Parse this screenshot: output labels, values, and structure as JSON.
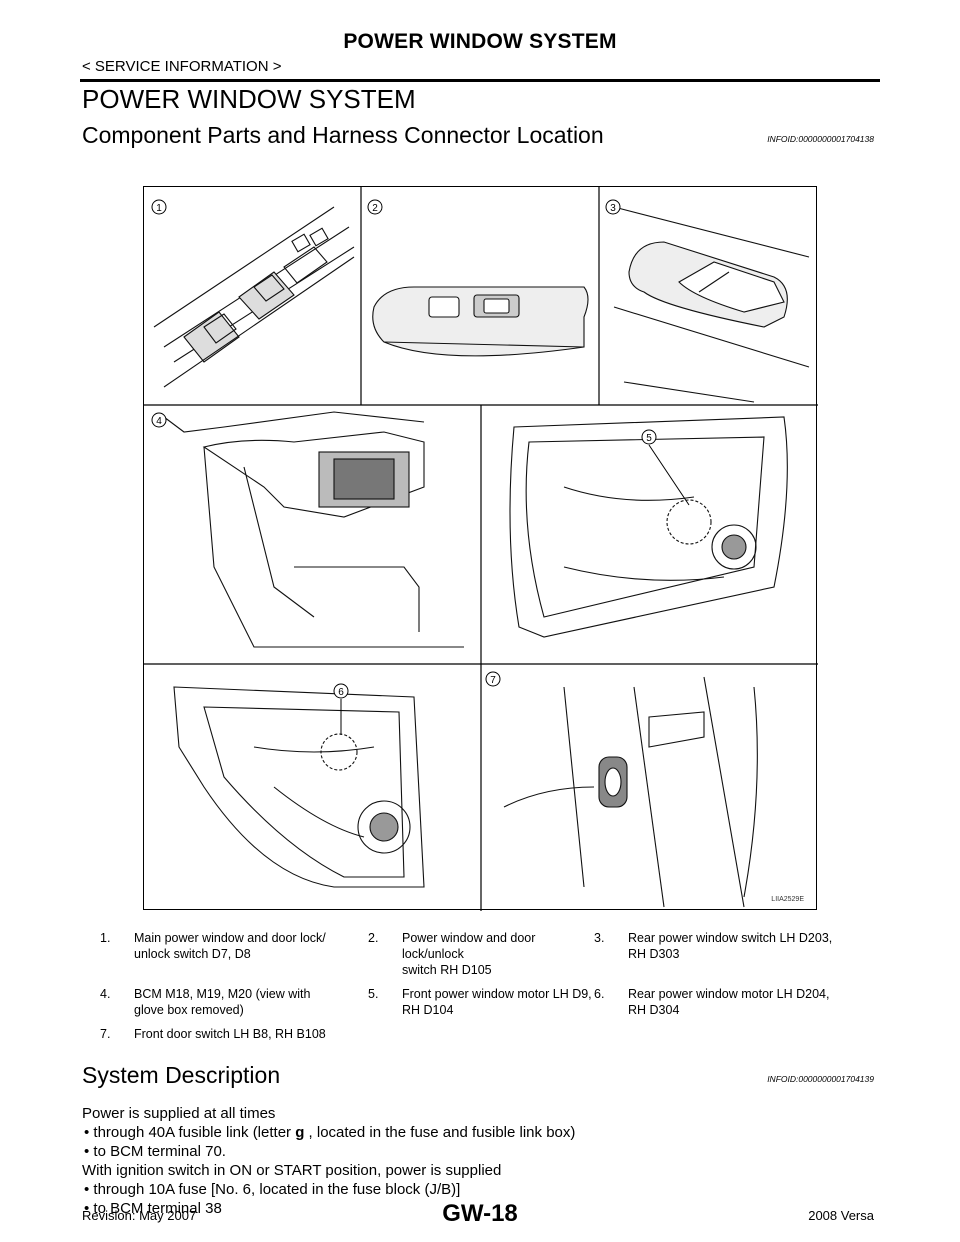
{
  "header": {
    "title": "POWER WINDOW SYSTEM",
    "breadcrumb": "< SERVICE INFORMATION >"
  },
  "section": {
    "title": "POWER WINDOW SYSTEM"
  },
  "components": {
    "title": "Component Parts and Harness Connector Location",
    "infoid": "INFOID:0000000001704138",
    "figure_code": "LIIA2529E",
    "callouts": [
      "1",
      "2",
      "3",
      "4",
      "5",
      "6",
      "7"
    ],
    "legend": [
      {
        "num": "1.",
        "text_line1": "Main power window and door lock/",
        "text_line2": "unlock switch D7, D8"
      },
      {
        "num": "2.",
        "text_line1": "Power window and door lock/unlock",
        "text_line2": "switch RH D105"
      },
      {
        "num": "3.",
        "text_line1": "Rear power window switch LH D203,",
        "text_line2": "RH D303"
      },
      {
        "num": "4.",
        "text_line1": "BCM M18, M19, M20 (view with",
        "text_line2": "glove box removed)"
      },
      {
        "num": "5.",
        "text_line1": "Front power window motor LH D9,",
        "text_line2": "RH D104"
      },
      {
        "num": "6.",
        "text_line1": "Rear power window motor LH D204,",
        "text_line2": "RH D304"
      },
      {
        "num": "7.",
        "text_line1": "Front door switch LH B8, RH B108",
        "text_line2": ""
      }
    ]
  },
  "system": {
    "title": "System Description",
    "infoid": "INFOID:0000000001704139",
    "line1": "Power is supplied at all times",
    "line2_pre": "• through 40A fusible link (letter ",
    "line2_bold": "g",
    "line2_post": " , located in the fuse and fusible link box)",
    "line3": "• to BCM terminal 70.",
    "line4": "With ignition switch in ON or START position, power is supplied",
    "line5": "• through 10A fuse [No. 6, located in the fuse block (J/B)]",
    "line6": "• to BCM terminal 38"
  },
  "footer": {
    "revision": "Revision: May 2007",
    "page": "GW-18",
    "model": "2008 Versa"
  }
}
